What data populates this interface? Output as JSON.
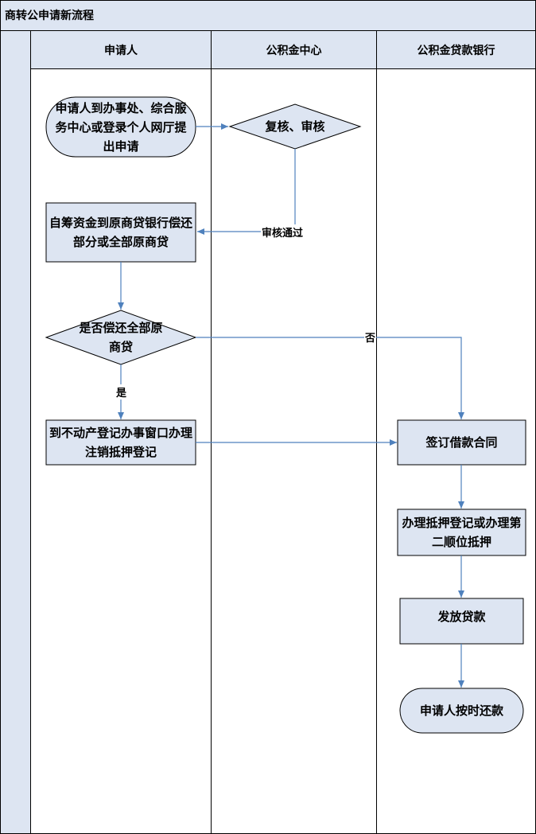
{
  "title": "商转公申请新流程",
  "lanes": [
    "申请人",
    "公积金中心",
    "公积金贷款银行"
  ],
  "nodes": {
    "n1": "申请人到办事处、综合服务中心或登录个人网厅提出申请",
    "n2": "复核、审核",
    "n3": "自筹资金到原商贷银行偿还部分或全部原商贷",
    "n4": "是否偿还全部原商贷",
    "n5": "到不动产登记办事窗口办理注销抵押登记",
    "n6": "签订借款合同",
    "n7": "办理抵押登记或办理第二顺位抵押",
    "n8": "发放贷款",
    "n9": "申请人按时还款"
  },
  "edges": {
    "e2_3": "审核通过",
    "e4_5": "是",
    "e4_6": "否"
  },
  "colors": {
    "box_fill": "#dde5f2",
    "stroke": "#000000",
    "arrow": "#4f81bd",
    "header_fill": "#dde5f2"
  }
}
